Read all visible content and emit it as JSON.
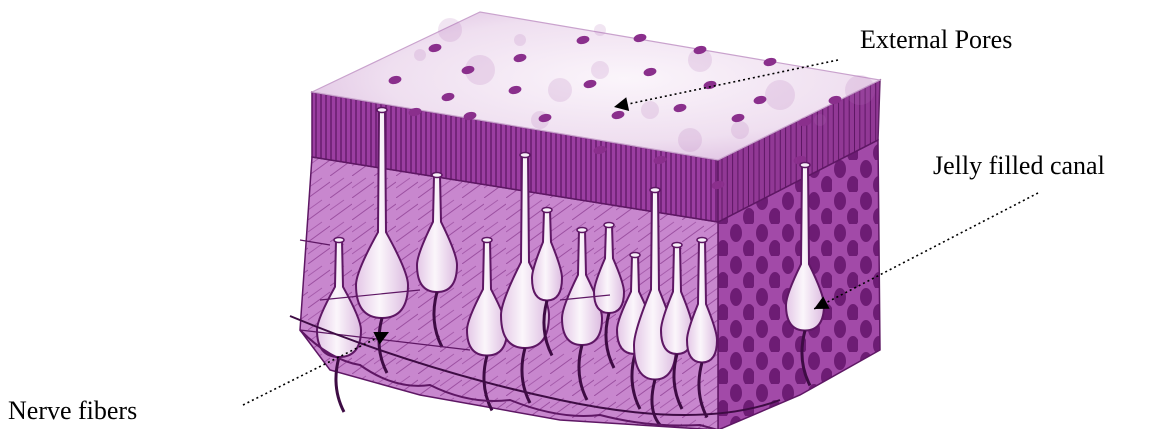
{
  "labels": {
    "external_pores": "External Pores",
    "jelly_filled_canal": "Jelly filled canal",
    "nerve_fibers": "Nerve fibers"
  },
  "colors": {
    "top_surface": "#f3e6f3",
    "top_speckle": "#b070b8",
    "pore": "#8a2f8c",
    "front_face": "#bf78c6",
    "band": "#8c2e90",
    "dark_line": "#5e1764",
    "ampulla_fill": "#f6eef7",
    "side_face": "#9a3fa0",
    "side_spot": "#6d1c74",
    "nerve": "#3e0c44"
  }
}
